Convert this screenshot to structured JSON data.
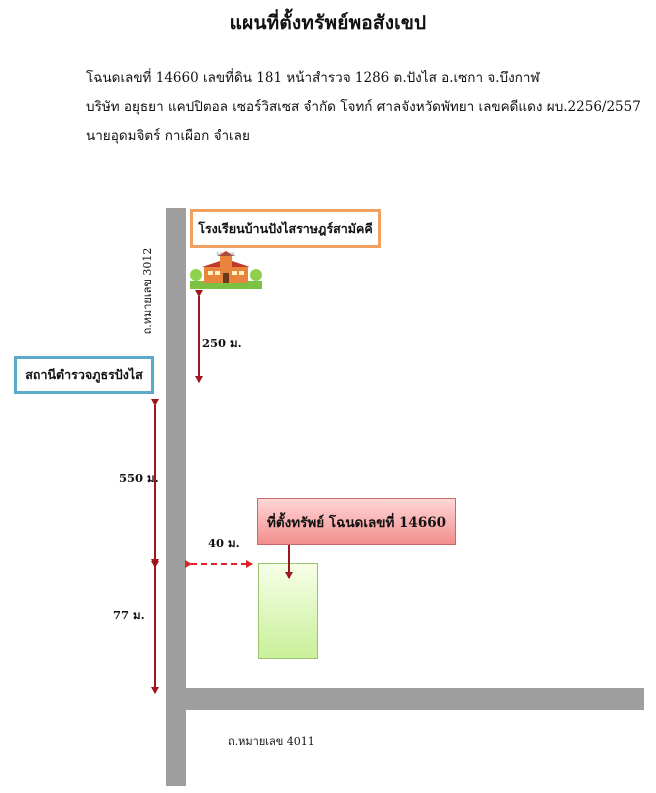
{
  "title": "แผนที่ตั้งทรัพย์พอสังเขป",
  "info_lines": [
    "โฉนดเลขที่ 14660 เลขที่ดิน 181 หน้าสำรวจ 1286 ต.ปังไส อ.เซกา จ.บึงกาฬ",
    "บริษัท อยุธยา แคปปิตอล เซอร์วิสเซส จำกัด  โจทก์   ศาลจังหวัดพัทยา เลขคดีแดง ผบ.2256/2557",
    "นายอุดมจิตร์ กาเผือก จำเลย"
  ],
  "school_label": "โรงเรียนบ้านปังไสราษฎร์สามัคคี",
  "school_sign": "SCHOOL",
  "police_label": "สถานีตำรวจภูธรปังไส",
  "property_label": "ที่ตั้งทรัพย์ โฉนดเลขที่ 14660",
  "road_vertical_label": "ถ.หมายเลข 3012",
  "road_horizontal_label": "ถ.หมายเลข 4011",
  "distances": {
    "school": "250 ม.",
    "police": "550 ม.",
    "lot_from_road": "40 ม.",
    "lot_to_junction": "77 ม."
  },
  "colors": {
    "road": "#9e9e9e",
    "arrow_dark_red": "#a0141e",
    "arrow_red": "#e0202a",
    "school_border": "#f0a060",
    "police_border": "#5aaac8",
    "property_fill": "#f28e8e",
    "lot_fill": "#c9f09a"
  }
}
